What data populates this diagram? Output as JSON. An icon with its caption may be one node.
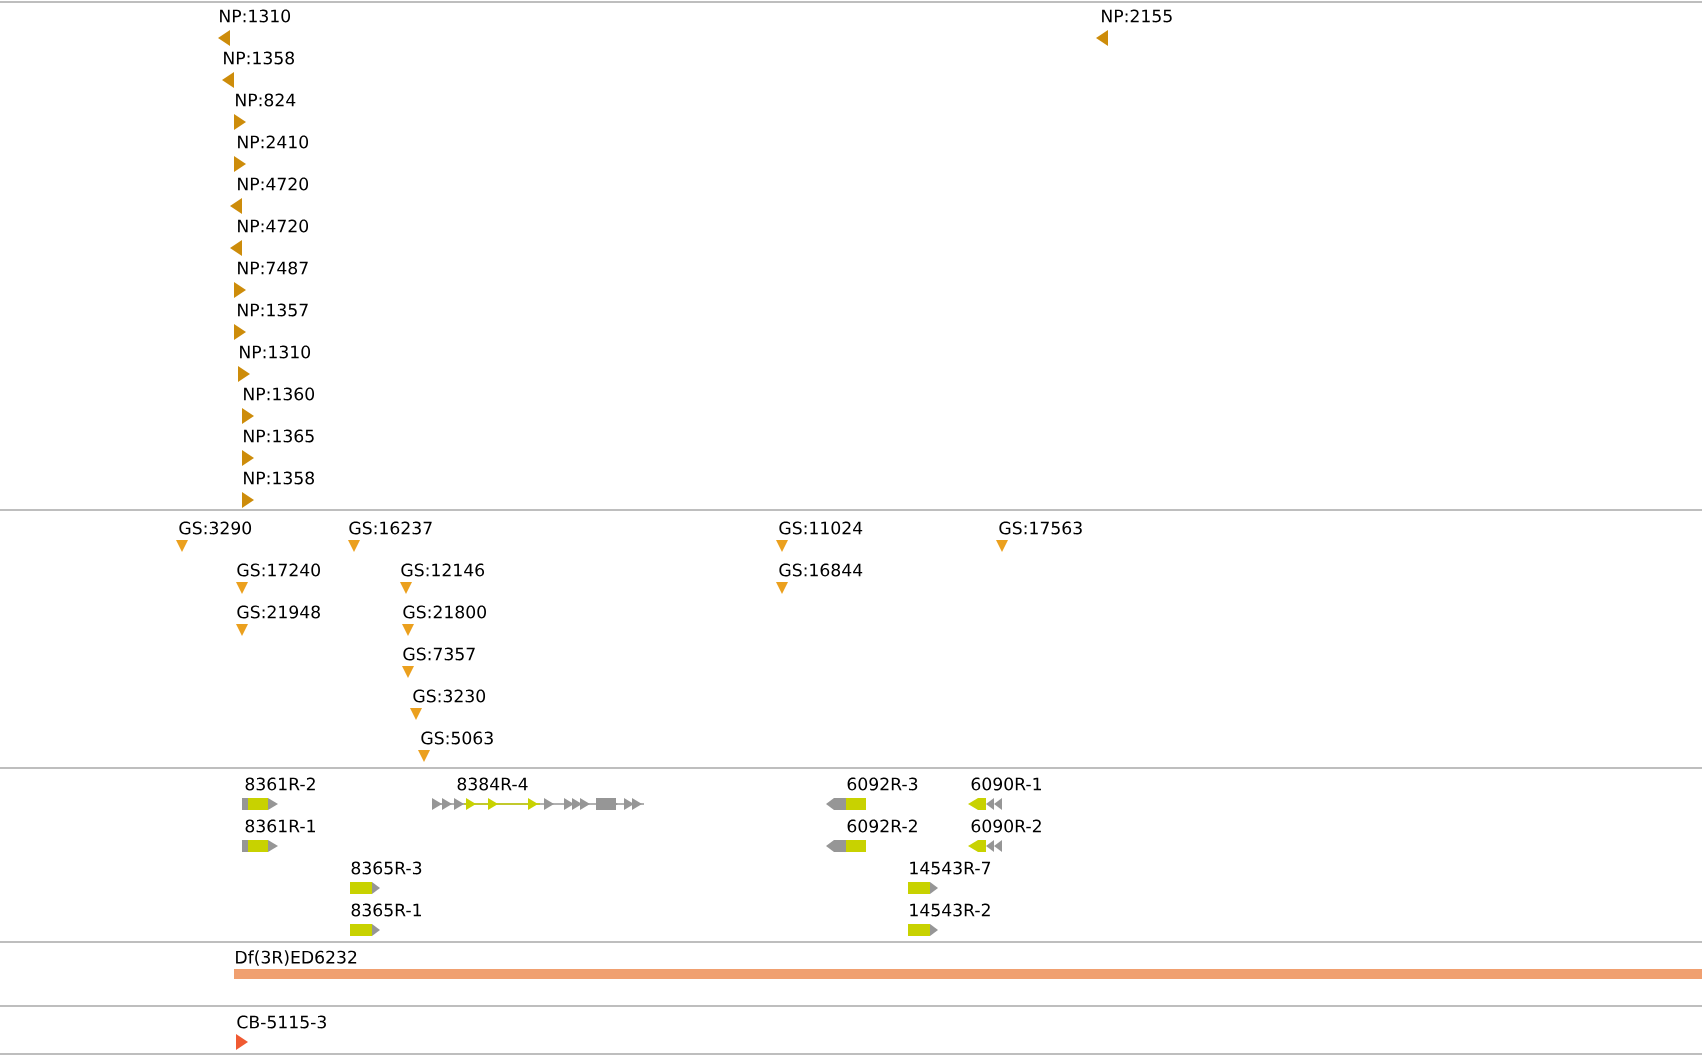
{
  "diagram": {
    "labels": [
      "NP:1310",
      "NP:2155",
      "NP:1358",
      "NP:824",
      "NP:2410",
      "NP:4720",
      "NP:4720",
      "NP:7487",
      "NP:1357",
      "NP:1310",
      "NP:1360",
      "NP:1365",
      "NP:1358",
      "GS:3290",
      "GS:16237",
      "GS:11024",
      "GS:17563",
      "GS:17240",
      "GS:12146",
      "GS:16844",
      "GS:21948",
      "GS:21800",
      "GS:7357",
      "GS:3230",
      "GS:5063",
      "8361R-2",
      "8384R-4",
      "6092R-3",
      "6090R-1",
      "8361R-1",
      "6092R-2",
      "6090R-2",
      "8365R-3",
      "14543R-7",
      "8365R-1",
      "14543R-2",
      "Df(3R)ED6232",
      "CB-5115-3"
    ]
  }
}
